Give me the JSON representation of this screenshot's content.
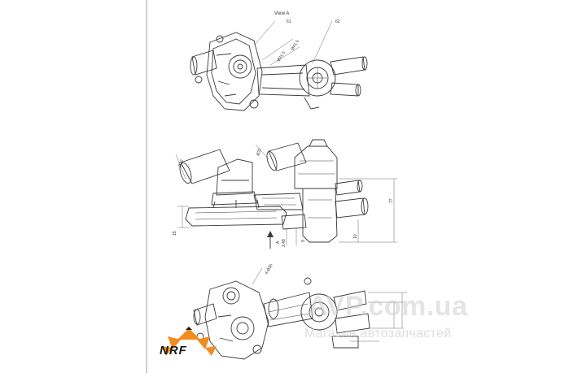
{
  "view_a": {
    "title": "View A",
    "callout_61": "61",
    "callout_62": "62",
    "dim_diameter_1": "Ø41.5",
    "dim_diameter_2": "Ø31.5"
  },
  "side_view": {
    "dim_dia_left": "Ø32",
    "dim_dia_top": "Ø32",
    "dim_height_right": "77",
    "dim_height_left": "15",
    "dim_offset": "2.48",
    "dim_small": "9",
    "dim_bottom_right": "10",
    "arrow_label": "A"
  },
  "bottom_view": {
    "dim_holes": "4-Ø30"
  },
  "watermark": {
    "main": "AVP.com.ua",
    "sub": "Магазин автозапчастей"
  },
  "logo": {
    "text": "NRF",
    "colors": {
      "orange": "#f28c1e",
      "dark": "#1a1a1a"
    }
  },
  "colors": {
    "line": "#3a3a3a",
    "dim": "#6a6a6a"
  }
}
